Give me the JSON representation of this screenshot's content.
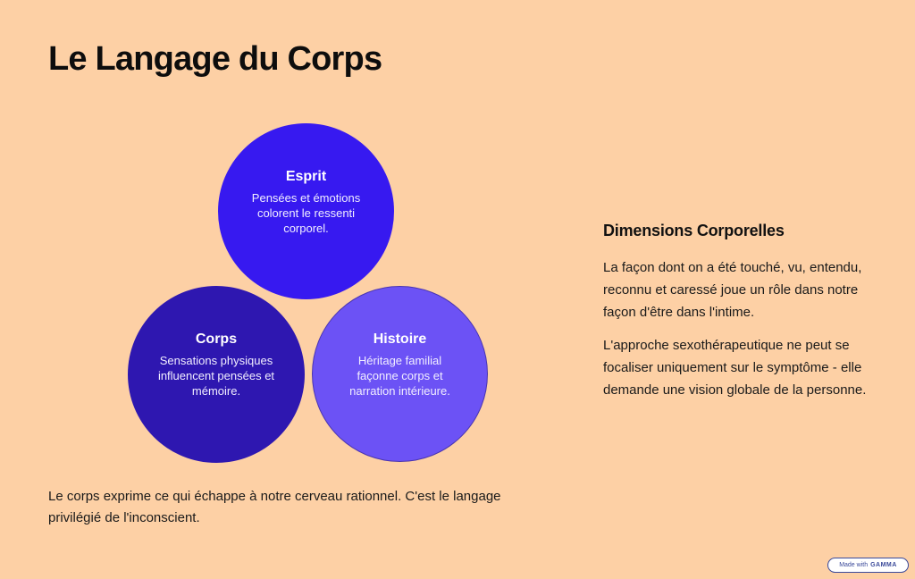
{
  "page": {
    "title": "Le Langage du Corps",
    "background_color": "#FDD0A5"
  },
  "diagram": {
    "circles": [
      {
        "id": "esprit",
        "title": "Esprit",
        "description": "Pensées et émotions colorent le ressenti corporel.",
        "color": "#3719F0"
      },
      {
        "id": "corps",
        "title": "Corps",
        "description": "Sensations physiques influencent pensées et mémoire.",
        "color": "#2E17B0"
      },
      {
        "id": "histoire",
        "title": "Histoire",
        "description": "Héritage familial façonne corps et narration intérieure.",
        "color": "#6C52F5"
      }
    ],
    "caption": "Le corps exprime ce qui échappe à notre cerveau rationnel. C'est le langage privilégié de l'inconscient."
  },
  "sidebar": {
    "heading": "Dimensions Corporelles",
    "paragraphs": [
      "La façon dont on a été touché, vu, entendu, reconnu et caressé joue un rôle dans notre façon d'être dans l'intime.",
      "L'approche sexothérapeutique ne peut se focaliser uniquement sur le symptôme - elle demande une vision globale de la personne."
    ]
  },
  "badge": {
    "prefix": "Made with",
    "brand": "GAMMA"
  }
}
